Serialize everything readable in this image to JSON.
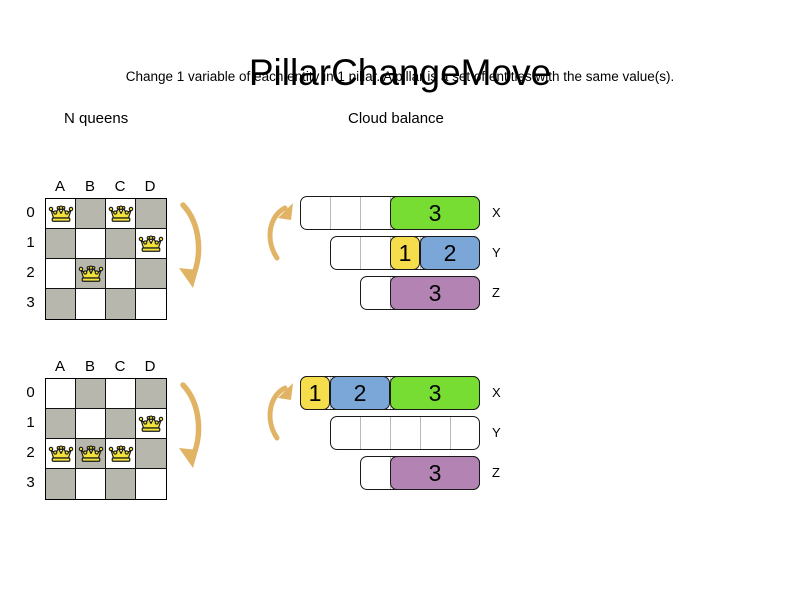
{
  "header": {
    "title": "PillarChangeMove",
    "subtitle": "Change 1 variable of each entity in 1 pillar. A pillar is a set of entities with the same value(s)."
  },
  "sections": {
    "nqueens_heading": "N queens",
    "cloud_heading": "Cloud balance"
  },
  "colors": {
    "board_dark": "#b7b7ad",
    "board_light": "#ffffff",
    "queen_fill": "#f2e33c",
    "queen_stroke": "#1a1a1a",
    "arrow": "#e0b464",
    "green": "#77dd33",
    "blue": "#7aa7d8",
    "yellow": "#f5dd4b",
    "purple": "#b383b3"
  },
  "nqueens": {
    "column_labels": [
      "A",
      "B",
      "C",
      "D"
    ],
    "row_labels": [
      "0",
      "1",
      "2",
      "3"
    ],
    "boards": [
      {
        "name": "before",
        "queens": [
          {
            "col": 0,
            "row": 0
          },
          {
            "col": 2,
            "row": 0
          },
          {
            "col": 3,
            "row": 1
          },
          {
            "col": 1,
            "row": 2
          }
        ]
      },
      {
        "name": "after",
        "queens": [
          {
            "col": 3,
            "row": 1
          },
          {
            "col": 0,
            "row": 2
          },
          {
            "col": 1,
            "row": 2
          },
          {
            "col": 2,
            "row": 2
          }
        ]
      }
    ]
  },
  "cloud_balance": {
    "computers": [
      {
        "name": "before",
        "rows": [
          {
            "label": "X",
            "empty_cells": 3,
            "processes": [
              {
                "value": "3",
                "size": 3,
                "color": "#77dd33"
              }
            ]
          },
          {
            "label": "Y",
            "empty_cells": 2,
            "processes": [
              {
                "value": "1",
                "size": 1,
                "color": "#f5dd4b"
              },
              {
                "value": "2",
                "size": 2,
                "color": "#7aa7d8"
              }
            ]
          },
          {
            "label": "Z",
            "empty_cells": 1,
            "processes": [
              {
                "value": "3",
                "size": 3,
                "color": "#b383b3"
              }
            ]
          }
        ]
      },
      {
        "name": "after",
        "rows": [
          {
            "label": "X",
            "empty_cells": 0,
            "processes": [
              {
                "value": "1",
                "size": 1,
                "color": "#f5dd4b"
              },
              {
                "value": "2",
                "size": 2,
                "color": "#7aa7d8"
              },
              {
                "value": "3",
                "size": 3,
                "color": "#77dd33"
              }
            ]
          },
          {
            "label": "Y",
            "empty_cells": 5,
            "processes": []
          },
          {
            "label": "Z",
            "empty_cells": 1,
            "processes": [
              {
                "value": "3",
                "size": 3,
                "color": "#b383b3"
              }
            ]
          }
        ]
      }
    ]
  }
}
